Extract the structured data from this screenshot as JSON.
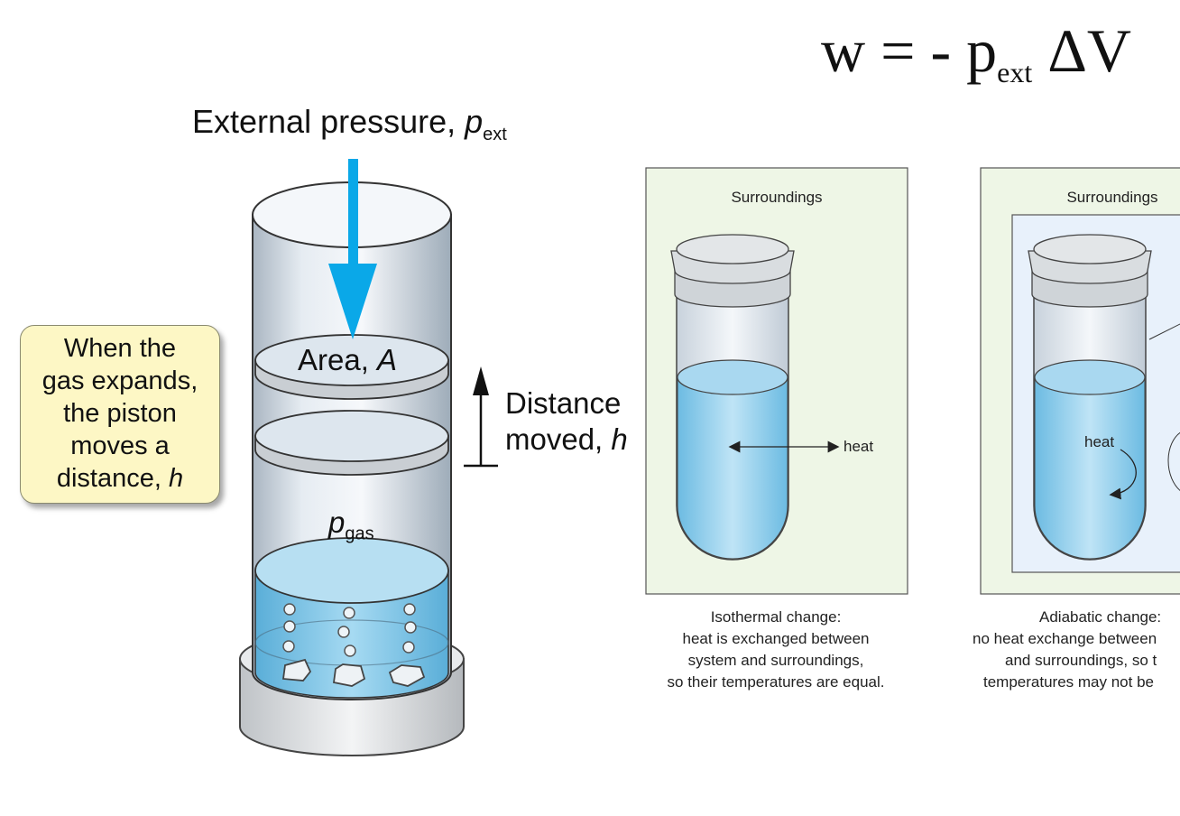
{
  "formula": {
    "w": "w",
    "eq": "= -",
    "p": "p",
    "sub": "ext",
    "delta": "ΔV"
  },
  "piston": {
    "external_label": "External pressure, ",
    "p_symbol": "p",
    "p_sub": "ext",
    "area_text": "Area, ",
    "area_symbol": "A",
    "distance_line1": "Distance",
    "distance_line2": "moved, ",
    "distance_symbol": "h",
    "gas_symbol": "p",
    "gas_sub": "gas",
    "callout_lines": [
      "When the",
      "gas expands,",
      "the piston",
      "moves a",
      "distance, "
    ],
    "callout_symbol": "h"
  },
  "panels": [
    {
      "title": "Surroundings",
      "heat_label": "heat",
      "caption": [
        "Isothermal change:",
        "heat is exchanged between",
        "system and surroundings,",
        "so their temperatures are equal."
      ]
    },
    {
      "title": "Surroundings",
      "heat_label": "heat",
      "caption": [
        "Adiabatic change:",
        "no heat exchange between",
        "and surroundings, so t",
        "temperatures may not be"
      ]
    }
  ],
  "colors": {
    "arrow": "#0aa8e8",
    "liquid": "#7cc4e8",
    "panel_bg": "#eef6e6",
    "callout_bg": "#fdf7c5"
  }
}
